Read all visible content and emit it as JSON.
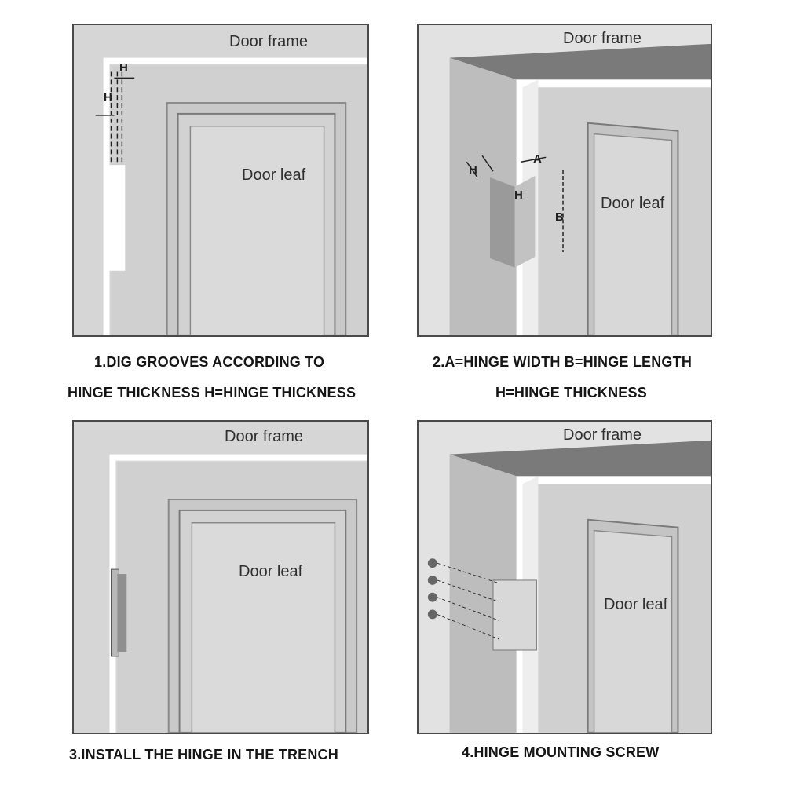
{
  "panels": [
    {
      "frame_label": "Door frame",
      "leaf_label": "Door leaf",
      "dims": [
        "H",
        "H"
      ]
    },
    {
      "frame_label": "Door frame",
      "leaf_label": "Door leaf",
      "dims": [
        "H",
        "A",
        "H",
        "B"
      ]
    },
    {
      "frame_label": "Door frame",
      "leaf_label": "Door leaf"
    },
    {
      "frame_label": "Door frame",
      "leaf_label": "Door leaf"
    }
  ],
  "captions": {
    "step1_line1": "1.DIG GROOVES ACCORDING TO",
    "step1_line2": "HINGE THICKNESS H=HINGE THICKNESS",
    "step2_line1": "2.A=HINGE WIDTH  B=HINGE LENGTH",
    "step2_line2": "H=HINGE THICKNESS",
    "step3": "3.INSTALL THE HINGE IN THE TRENCH",
    "step4": "4.HINGE MOUNTING SCREW"
  }
}
